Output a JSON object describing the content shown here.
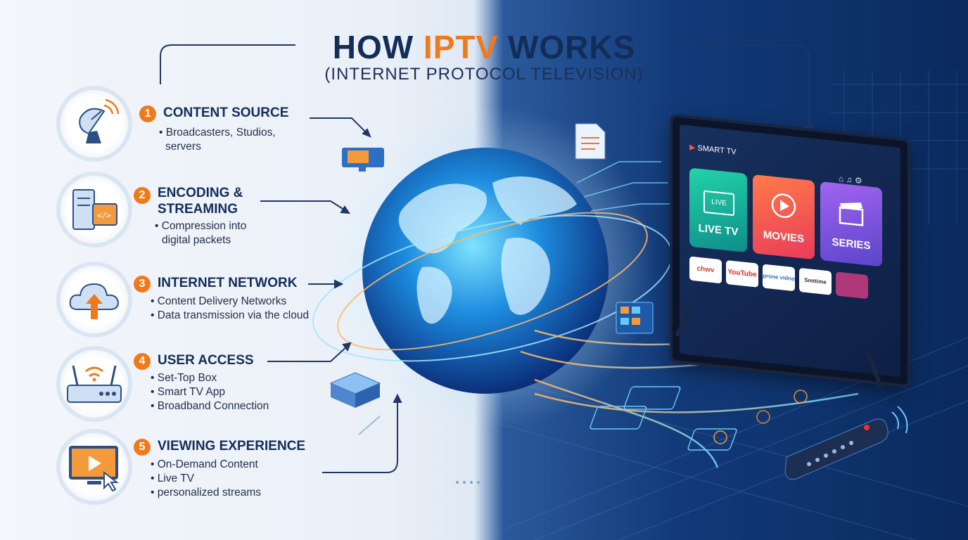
{
  "title": {
    "prefix": "HOW ",
    "highlight": "IPTV",
    "suffix": " WORKS"
  },
  "subtitle": "(INTERNET PROTOCOL TELEVISION)",
  "steps": [
    {
      "number": "1",
      "title": "CONTENT SOURCE",
      "bullets": [
        "• Broadcasters, Studios,",
        "servers"
      ],
      "icon": "satellite-dish-icon"
    },
    {
      "number": "2",
      "title_line1": "ENCODING &",
      "title_line2": "STREAMING",
      "bullets": [
        "• Compression into",
        "digital packets"
      ],
      "icon": "server-code-icon"
    },
    {
      "number": "3",
      "title": "INTERNET NETWORK",
      "bullets": [
        "• Content Delivery Networks",
        "• Data transmission via the cloud"
      ],
      "icon": "cloud-upload-icon"
    },
    {
      "number": "4",
      "title": "USER ACCESS",
      "bullets": [
        "• Set-Top Box",
        "• Smart TV App",
        "• Broadband Connection"
      ],
      "icon": "router-icon"
    },
    {
      "number": "5",
      "title": "VIEWING EXPERIENCE",
      "bullets": [
        "• On-Demand Content",
        "• Live TV",
        "• personalized streams"
      ],
      "icon": "play-screen-icon"
    }
  ],
  "tv": {
    "header": "SMART TV",
    "tiles": [
      {
        "label": "LIVE TV",
        "badge": "LIVE",
        "color": "#18b59a"
      },
      {
        "label": "MOVIES",
        "color": "#f05a3c"
      },
      {
        "label": "SERIES",
        "color": "#8a4fd8"
      }
    ],
    "apps": [
      "chwv",
      "YouTube",
      "prone vidno",
      "Smttime",
      ""
    ]
  },
  "colors": {
    "accent": "#f07a1a",
    "navy": "#132d5a"
  }
}
